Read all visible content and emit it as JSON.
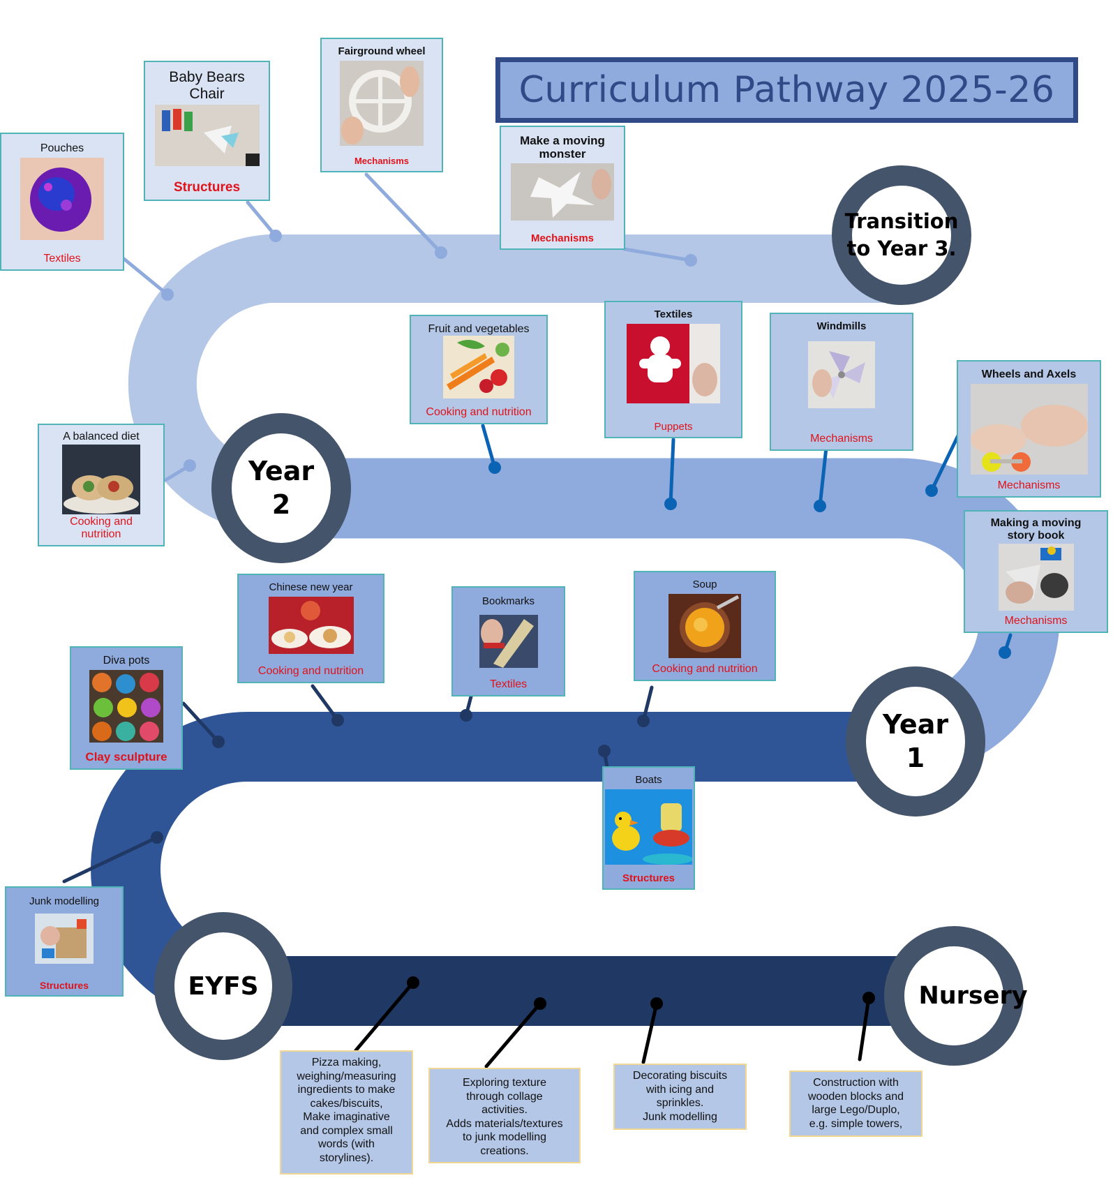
{
  "title": "Curriculum Pathway 2025-26",
  "milestones": {
    "transition": "Transition\nto Year 3.",
    "year2": "Year\n2",
    "year1": "Year\n1",
    "eyfs": "EYFS",
    "nursery": "Nursery"
  },
  "year2_upper": {
    "pouches": {
      "title": "Pouches",
      "subject": "Textiles"
    },
    "baby_bears_chair": {
      "title": "Baby Bears\nChair",
      "subject": "Structures"
    },
    "fairground_wheel": {
      "title": "Fairground wheel",
      "subject": "Mechanisms"
    },
    "moving_monster": {
      "title": "Make a moving\nmonster",
      "subject": "Mechanisms"
    },
    "balanced_diet": {
      "title": "A balanced diet",
      "subject": "Cooking and\nnutrition"
    }
  },
  "year2_lower": {
    "fruit_veg": {
      "title": "Fruit and vegetables",
      "subject": "Cooking and nutrition"
    },
    "textiles": {
      "title": "Textiles",
      "subject": "Puppets"
    },
    "windmills": {
      "title": "Windmills",
      "subject": "Mechanisms"
    },
    "wheels_axels": {
      "title": "Wheels and Axels",
      "subject": "Mechanisms"
    },
    "moving_story_book": {
      "title": "Making a moving\nstory book",
      "subject": "Mechanisms"
    }
  },
  "year1": {
    "diva_pots": {
      "title": "Diva pots",
      "subject": "Clay sculpture"
    },
    "chinese_new_year": {
      "title": "Chinese new year",
      "subject": "Cooking and nutrition"
    },
    "bookmarks": {
      "title": "Bookmarks",
      "subject": "Textiles"
    },
    "soup": {
      "title": "Soup",
      "subject": "Cooking and nutrition"
    },
    "boats": {
      "title": "Boats",
      "subject": "Structures"
    },
    "junk_modelling": {
      "title": "Junk modelling",
      "subject": "Structures"
    }
  },
  "eyfs_notes": {
    "pizza": "Pizza making,\nweighing/measuring\ningredients to make\ncakes/biscuits,\nMake imaginative\nand complex small\nwords (with\nstorylines).",
    "texture": "Exploring texture\nthrough collage\nactivities.\nAdds materials/textures\nto junk modelling\ncreations.",
    "biscuits": "Decorating biscuits\nwith icing and\nsprinkles.\nJunk modelling",
    "construction": "Construction with\nwooden blocks and\nlarge Lego/Duplo,\ne.g. simple towers,"
  },
  "colors": {
    "road_year3": "#b4c7e7",
    "road_year2": "#8faadc",
    "road_year1": "#2f5597",
    "road_eyfs": "#1f3864",
    "milestone_ring": "#44546a",
    "subject_red": "#e0121a"
  }
}
